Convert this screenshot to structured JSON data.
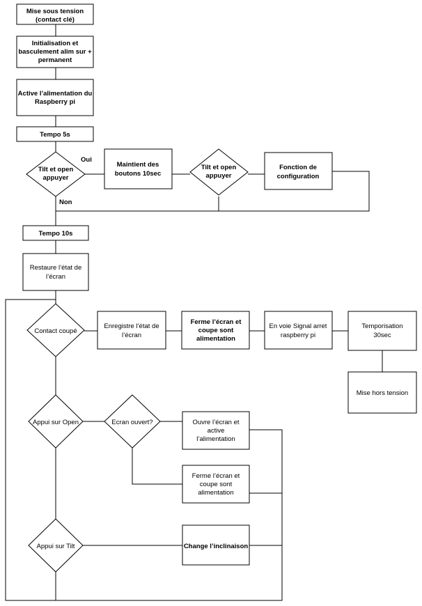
{
  "nodes": {
    "mise_sous_tension": [
      "Mise sous tension",
      "(contact clé)"
    ],
    "initialisation": [
      "Initialisation et",
      "basculement alim sur +",
      "permanent"
    ],
    "active_alim": [
      "Active l’alimentation du",
      "Raspberry pi"
    ],
    "tempo5": [
      "Tempo 5s"
    ],
    "tilt_open_1": [
      "Tilt et open",
      "appuyer"
    ],
    "maintient": [
      "Maintient des",
      "boutons 10sec"
    ],
    "tilt_open_2": [
      "Tilt et open",
      "appuyer"
    ],
    "fonction_config": [
      "Fonction de",
      "configuration"
    ],
    "tempo10": [
      "Tempo 10s"
    ],
    "restaure": [
      "Restaure l’état de",
      "l’écran"
    ],
    "contact_coupe": [
      "Contact coupé"
    ],
    "enregistre": [
      "Enregistre l’état de",
      "l’écran"
    ],
    "ferme_coupe_1": [
      "Ferme l’écran et",
      "coupe sont",
      "alimentation"
    ],
    "envoie_signal": [
      "En voie Signal arret",
      "raspberry pi"
    ],
    "temporisation": [
      "Temporisation",
      "30sec"
    ],
    "mise_hors": [
      "Mise hors tension"
    ],
    "appui_open": [
      "Appui sur Open"
    ],
    "ecran_ouvert": [
      "Ecran ouvert?"
    ],
    "ouvre_ecran": [
      "Ouvre l’écran et",
      "active",
      "l’alimentation"
    ],
    "ferme_coupe_2": [
      "Ferme l’écran et",
      "coupe sont",
      "alimentation"
    ],
    "appui_tilt": [
      "Appui sur Tilt"
    ],
    "change_incl": [
      "Change l’inclinaison"
    ]
  },
  "edge_labels": {
    "oui": "Oui",
    "non": "Non"
  }
}
